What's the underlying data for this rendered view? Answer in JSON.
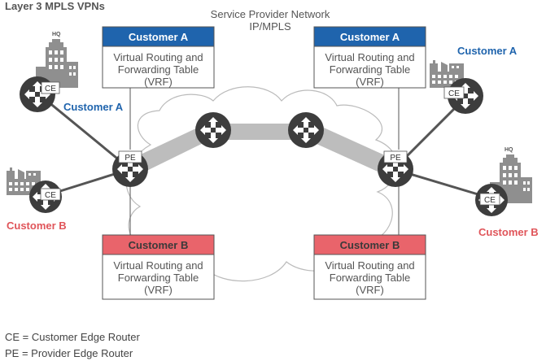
{
  "title": "Layer 3 MPLS VPNs",
  "network": {
    "line1": "Service Provider Network",
    "line2": "IP/MPLS"
  },
  "vrf_boxes": [
    {
      "header": "Customer A",
      "line1": "Virtual Routing and",
      "line2": "Forwarding Table",
      "line3": "(VRF)",
      "customer": "A"
    },
    {
      "header": "Customer A",
      "line1": "Virtual Routing and",
      "line2": "Forwarding Table",
      "line3": "(VRF)",
      "customer": "A"
    },
    {
      "header": "Customer B",
      "line1": "Virtual Routing and",
      "line2": "Forwarding Table",
      "line3": "(VRF)",
      "customer": "B"
    },
    {
      "header": "Customer B",
      "line1": "Virtual Routing and",
      "line2": "Forwarding Table",
      "line3": "(VRF)",
      "customer": "B"
    }
  ],
  "customer_labels": {
    "a_left": "Customer A",
    "a_right": "Customer A",
    "b_left": "Customer B",
    "b_right": "Customer B"
  },
  "router_tags": {
    "ce": "CE",
    "pe": "PE"
  },
  "building_tags": {
    "hq": "HQ"
  },
  "legend": {
    "ce": "CE = Customer Edge Router",
    "pe": "PE = Provider Edge Router"
  },
  "colors": {
    "customer_a": "#1f64ad",
    "customer_b": "#e9646b",
    "router": "#3d3d3d",
    "building": "#8f8f8f",
    "link": "#bdbdbd",
    "line": "#555555"
  }
}
